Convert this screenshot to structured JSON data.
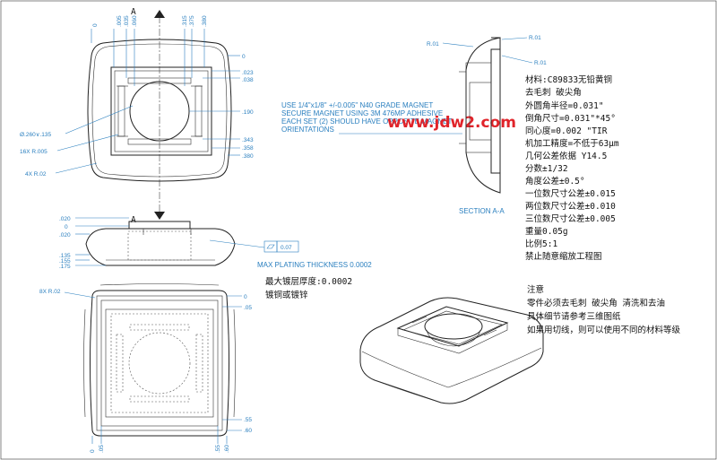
{
  "section_marker": {
    "label_top": "A",
    "label_bottom": "A"
  },
  "top_view": {
    "top_dims": [
      "0",
      ".005",
      ".035",
      ".060",
      ".315",
      ".375",
      ".380"
    ],
    "right_dims": [
      "0",
      ".023",
      ".038",
      ".190",
      ".343",
      ".358",
      ".380"
    ],
    "callout_dia": "Ø.260∨.135",
    "callout_r005": "16X R.005",
    "callout_r02": "4X R.02"
  },
  "side_view": {
    "left_dims": [
      ".020",
      "0",
      ".020",
      ".135",
      ".155",
      ".175"
    ],
    "flatness_value": "0.07",
    "plating_note": "MAX PLATING THICKNESS 0.0002"
  },
  "bottom_view": {
    "callout": "8X R.02",
    "right_dims": [
      "0",
      ".05",
      ".55",
      ".60"
    ],
    "bottom_dims": [
      "0",
      ".05",
      ".55",
      ".60"
    ]
  },
  "magnet_note": [
    "USE 1/4\"x1/8\" +/-0.005\" N40 GRADE MAGNET",
    "SECURE MAGNET USING 3M 476MP ADHESIVE",
    "EACH SET (2) SHOULD HAVE OPPOSITE MAGNET",
    "ORIENTATIONS"
  ],
  "watermark": "www.jdw2.com",
  "section": {
    "title": "SECTION A-A",
    "r_labels": [
      "R.01",
      "R.01",
      "R.01"
    ]
  },
  "specs": [
    "材料:C89833无铅黄铜",
    "去毛刺 破尖角",
    "外圆角半径=0.031\"",
    "倒角尺寸=0.031\"*45°",
    "同心度=0.002 \"TIR",
    "机加工精度=不低于63μm",
    "几何公差依据 Y14.5",
    "分数±1/32",
    "角度公差±0.5°",
    "一位数尺寸公差±0.015",
    "两位数尺寸公差±0.010",
    "三位数尺寸公差±0.005",
    "重量0.05g",
    "比例5:1",
    "禁止随意缩放工程图"
  ],
  "plating_cn": [
    "最大镀层厚度:0.0002",
    "镀铜或镀锌"
  ],
  "notes": {
    "title": "注意",
    "lines": [
      "零件必须去毛刺 破尖角 清洗和去油",
      "具体细节请参考三维图纸",
      "如果用切线，则可以使用不同的材料等级"
    ]
  }
}
